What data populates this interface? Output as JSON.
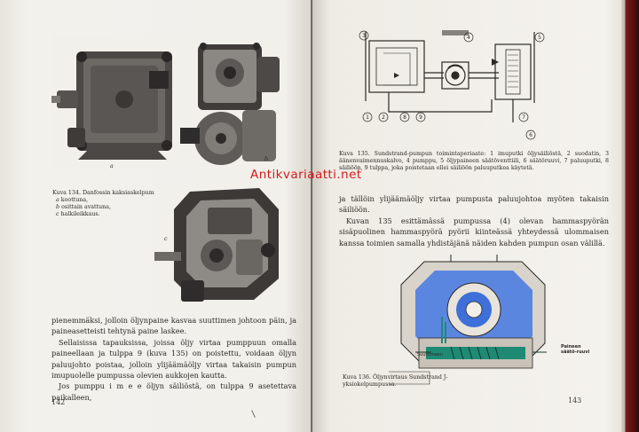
{
  "watermark": "Antikvariaatti.net",
  "left_page": {
    "photo_top_labels": [
      "a",
      "b"
    ],
    "photo_bottom_label": "c",
    "caption": {
      "title": "Kuva 134. Danfossin kaksiaskelpumppu:",
      "items": [
        {
          "letter": "a",
          "text": "koottuna,"
        },
        {
          "letter": "b",
          "text": "osittain avattuna,"
        },
        {
          "letter": "c",
          "text": "halkileikkaus."
        }
      ]
    },
    "body": [
      "pienemmäksi, jolloin öljynpaine kasvaa suuttimen johtoon päin, ja paineasetteisti tehtynä paine laskee.",
      "Sellaisissa tapauksissa, joissa öljy virtaa pumppuun omalla paineellaan ja tulppa 9 (kuva 135) on poistettu, voidaan öljyn paluujohto poistaa, jolloin ylijäämäöljy virtaa takaisin pumpun imupuolelle pumpussa olevien aukkojen kautta.",
      "Jos pumppu i m e e öljyn säiliöstä, on tulppa 9 asetettava paikalleen,"
    ],
    "page_number": "142"
  },
  "right_page": {
    "diagram_labels": [
      "1",
      "2",
      "3",
      "4",
      "5",
      "6",
      "7",
      "8",
      "9"
    ],
    "caption_135": "Kuva 135. Sundstrand-pumpun toimintaperiaate: 1 imuputki öljysäiliöstä, 2 suodatin, 3 äänenvaimennuskalvo, 4 pumppu, 5 öljypaineen säätöventtiili, 6 säätöruuvi, 7 paluuputki, 8 säiliöön, 9 tulppa, joka poistetaan ellei säiliöön paluuputkea käytetä.",
    "body": [
      "ja tällöin ylijäämäöljy virtaa pumpusta paluujohtoa myöten takaisin säiliöön.",
      "Kuvan 135 esittämässä pumpussa (4) olevan hammaspyörän sisäpuolinen hammaspyörä pyörii kiinteässä yhteydessä ulommaisen kanssa toimien samalla yhdistäjänä näiden kahden pumpun osan välillä."
    ],
    "fig136_labels": {
      "nozzle": "Suuttimeen",
      "pressure_adjust": "Paineen säätö-ruuvi"
    },
    "caption_136": "Kuva 136. Öljynvirtaus Sundstrand J-yksiokelpumpussa.",
    "page_number": "143"
  },
  "colors": {
    "paper": "#f3f1ec",
    "ink": "#2a2825",
    "watermark": "#d21a1a",
    "blue_oil": "#3f6fd8",
    "green_oil": "#1f8a74",
    "binding_red": "#6b1414"
  },
  "icon_names": [
    "pump-photo-assembled",
    "pump-photo-opened",
    "pump-photo-cutaway",
    "schematic-diagram",
    "cross-section-diagram"
  ]
}
